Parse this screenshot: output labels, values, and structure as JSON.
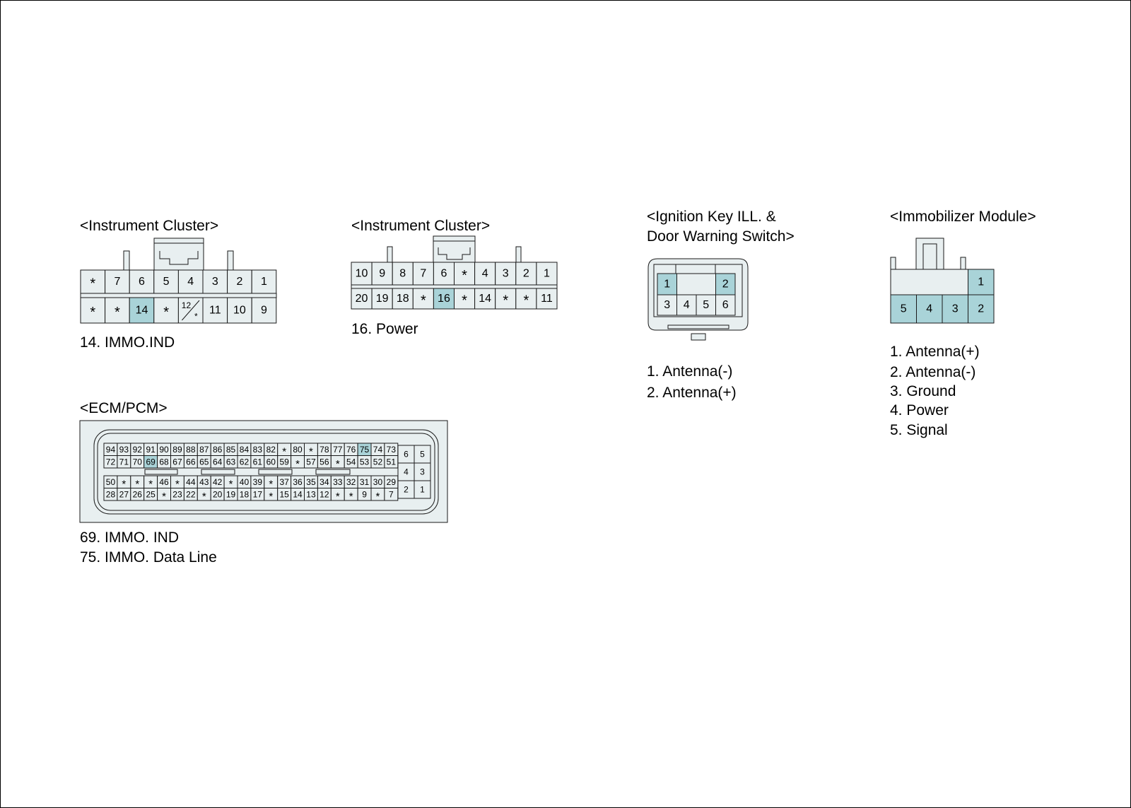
{
  "colors": {
    "connector_fill": "#e8eff0",
    "highlight_fill": "#a9d3d8",
    "antenna_text": "#1f8a2e",
    "outline": "#1a1a1a",
    "text": "#000000"
  },
  "connectors": {
    "cluster_a": {
      "title": "<Instrument Cluster>",
      "top_row": [
        "*",
        "7",
        "6",
        "5",
        "4",
        "3",
        "2",
        "1"
      ],
      "bottom_row": [
        "*",
        "*",
        "14",
        "*",
        "12/*",
        "11",
        "10",
        "9"
      ],
      "highlighted": [
        "14"
      ],
      "legend": [
        "14. IMMO.IND"
      ]
    },
    "cluster_b": {
      "title": "<Instrument Cluster>",
      "top_row": [
        "10",
        "9",
        "8",
        "7",
        "6",
        "*",
        "4",
        "3",
        "2",
        "1"
      ],
      "bottom_row": [
        "20",
        "19",
        "18",
        "*",
        "16",
        "*",
        "14",
        "*",
        "*",
        "11"
      ],
      "highlighted": [
        "16"
      ],
      "legend": [
        "16. Power"
      ]
    },
    "ignition_key": {
      "title_lines": [
        "<Ignition Key ILL. &",
        "Door Warning Switch>"
      ],
      "top_row": [
        "1",
        "",
        "",
        "2"
      ],
      "bottom_row": [
        "3",
        "4",
        "5",
        "6"
      ],
      "highlighted": [
        "1",
        "2"
      ],
      "legend": [
        {
          "text": "1. Antenna(-)",
          "color": "#1f8a2e"
        },
        {
          "text": "2. Antenna(+)",
          "color": "#1f8a2e"
        }
      ]
    },
    "immobilizer": {
      "title": "<Immobilizer Module>",
      "top_row": [
        "",
        "",
        "",
        "1"
      ],
      "bottom_row": [
        "5",
        "4",
        "3",
        "2"
      ],
      "highlighted": [
        "1",
        "2",
        "3",
        "4",
        "5"
      ],
      "legend": [
        {
          "text": "1. Antenna(+)",
          "color": "#1f8a2e"
        },
        {
          "text": "2. Antenna(-)",
          "color": "#1f8a2e"
        },
        {
          "text": "3. Ground",
          "color": "#000000"
        },
        {
          "text": "4. Power",
          "color": "#000000"
        },
        {
          "text": "5. Signal",
          "color": "#000000"
        }
      ]
    },
    "ecm": {
      "title": "<ECM/PCM>",
      "rows": [
        [
          "94",
          "93",
          "92",
          "91",
          "90",
          "89",
          "88",
          "87",
          "86",
          "85",
          "84",
          "83",
          "82",
          "*",
          "80",
          "*",
          "78",
          "77",
          "76",
          "75",
          "74",
          "73"
        ],
        [
          "72",
          "71",
          "70",
          "69",
          "68",
          "67",
          "66",
          "65",
          "64",
          "63",
          "62",
          "61",
          "60",
          "59",
          "*",
          "57",
          "56",
          "*",
          "54",
          "53",
          "52",
          "51"
        ],
        [
          "50",
          "*",
          "*",
          "*",
          "46",
          "*",
          "44",
          "43",
          "42",
          "*",
          "40",
          "39",
          "*",
          "37",
          "36",
          "35",
          "34",
          "33",
          "32",
          "31",
          "30",
          "29"
        ],
        [
          "28",
          "27",
          "26",
          "25",
          "*",
          "23",
          "22",
          "*",
          "20",
          "19",
          "18",
          "17",
          "*",
          "15",
          "14",
          "13",
          "12",
          "*",
          "*",
          "9",
          "*",
          "7"
        ]
      ],
      "side_block": [
        [
          "6",
          "5"
        ],
        [
          "4",
          "3"
        ],
        [
          "2",
          "1"
        ]
      ],
      "highlighted": [
        "69",
        "75"
      ],
      "legend": [
        "69. IMMO. IND",
        "75. IMMO. Data Line"
      ]
    }
  }
}
